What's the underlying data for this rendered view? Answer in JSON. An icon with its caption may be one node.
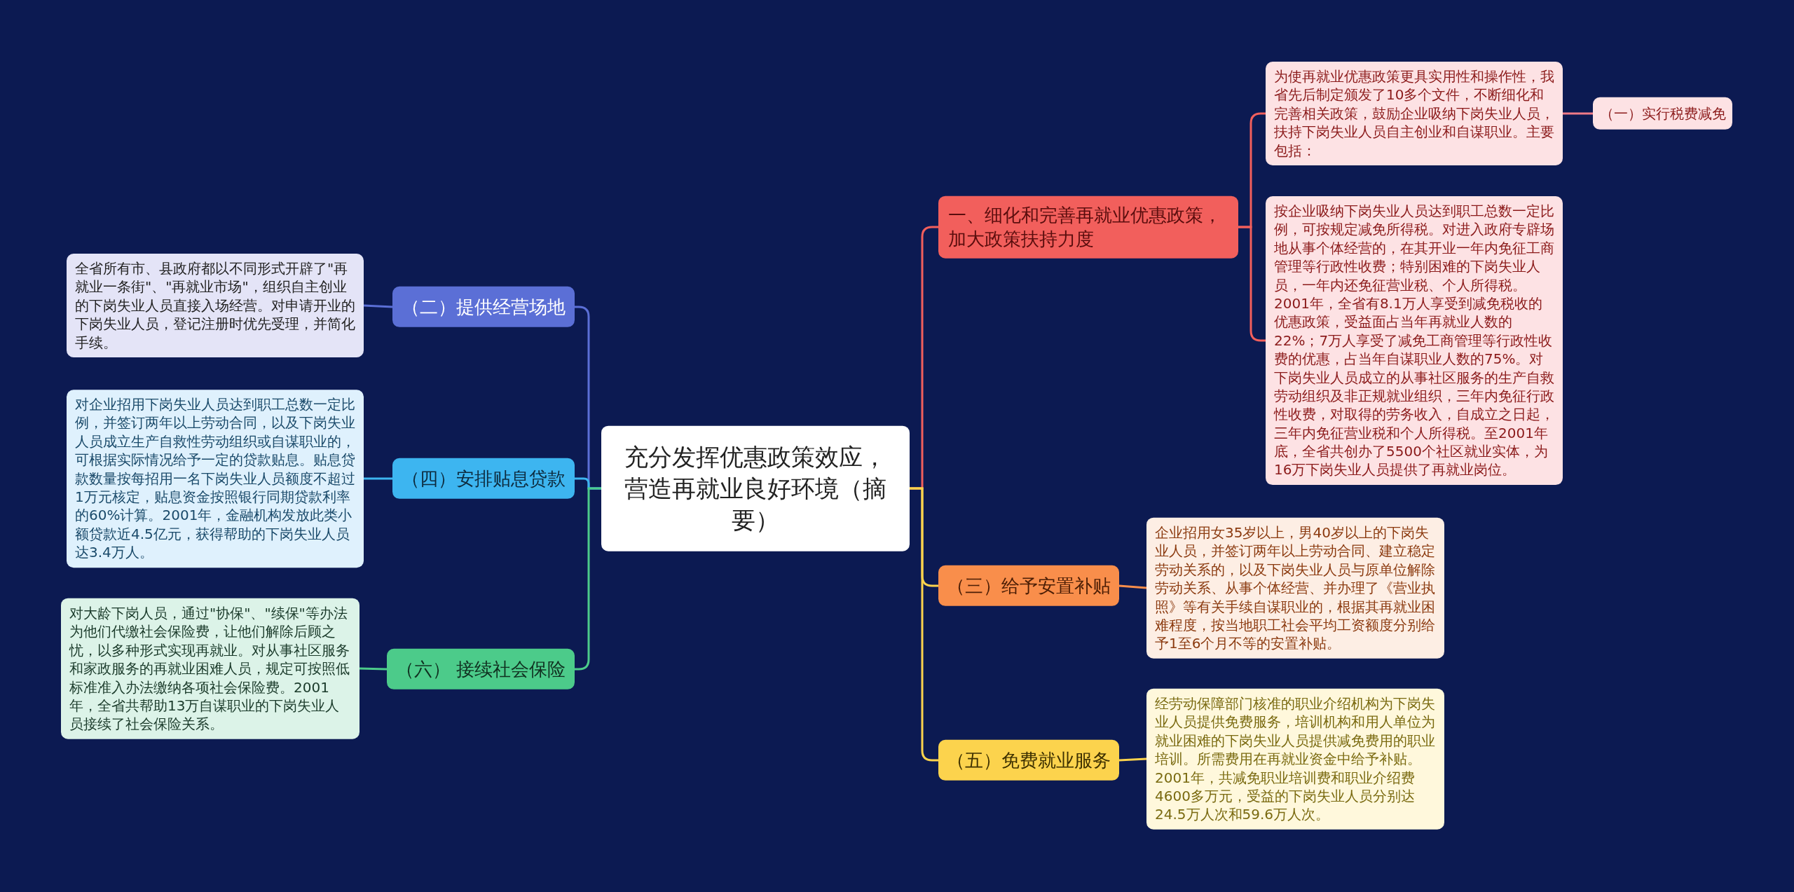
{
  "diagram": {
    "nodes": [
      {
        "text": [
          "充分发挥优惠政策效应，营造再就业良好环境（摘要）"
        ]
      },
      {
        "text": [
          "一、细化和完善再就业优惠政策，加大政策扶持力度"
        ]
      },
      {
        "text": [
          "为使再就业优惠政策更具实用性和操作性，我省先后制定颁发了10多个文件，不断细化和完善相关政策，鼓励企业吸纳下岗失业人员，扶持下岗失业人员自主创业和自谋职业。主要包括："
        ]
      },
      {
        "text": [
          "（一）实行税费减免"
        ]
      },
      {
        "text": [
          "按企业吸纳下岗失业人员达到职工总数一定比例，可按规定减免所得税。对进入政府专辟场地从事个体经营的，在其开业一年内免征工商管理等行政性收费；特别困难的下岗失业人员，一年内还免征营业税、个人所得税。2001年，全省有8.1万人享受到减免税收的优惠政策，受益面占当年再就业人数的22%；7万人享受了减免工商管理等行政性收费的优惠，占当年自谋职业人数的75%。对下岗失业人员成立的从事社区服务的生产自救劳动组织及非正规就业组织，三年内免征行政性收费，对取得的劳务收入，自成立之日起，三年内免征营业税和个人所得税。至2001年底，全省共创办了5500个社区就业实体，为16万下岗失业人员提供了再就业岗位。"
        ]
      },
      {
        "text": [
          "（三）给予安置补贴"
        ]
      },
      {
        "text": [
          "企业招用女35岁以上，男40岁以上的下岗失业人员，并签订两年以上劳动合同、建立稳定劳动关系的，以及下岗失业人员与原单位解除劳动关系、从事个体经营、并办理了《营业执照》等有关手续自谋职业的，根据其再就业困难程度，按当地职工社会平均工资额度分别给予1至6个月不等的安置补贴。"
        ]
      },
      {
        "text": [
          "（五）免费就业服务"
        ]
      },
      {
        "text": [
          "经劳动保障部门核准的职业介绍机构为下岗失业人员提供免费服务，培训机构和用人单位为就业困难的下岗失业人员提供减免费用的职业培训。所需费用在再就业资金中给予补贴。2001年，共减免职业培训费和职业介绍费4600多万元，受益的下岗失业人员分别达24.5万人次和59.6万人次。"
        ]
      },
      {
        "text": [
          "（二）提供经营场地"
        ]
      },
      {
        "text": [
          "全省所有市、县政府都以不同形式开辟了\"再就业一条街\"、\"再就业市场\"，组织自主创业的下岗失业人员直接入场经营。对申请开业的下岗失业人员，登记注册时优先受理，并简化手续。"
        ]
      },
      {
        "text": [
          "（四）安排贴息贷款"
        ]
      },
      {
        "text": [
          "对企业招用下岗失业人员达到职工总数一定比例，并签订两年以上劳动合同，以及下岗失业人员成立生产自救性劳动组织或自谋职业的，可根据实际情况给予一定的贷款贴息。贴息贷款数量按每招用一名下岗失业人员额度不超过1万元核定，贴息资金按照银行同期贷款利率的60%计算。2001年，金融机构发放此类小额贷款近4.5亿元，获得帮助的下岗失业人员达3.4万人。"
        ]
      },
      {
        "text": [
          "（六） 接续社会保险"
        ]
      },
      {
        "text": [
          "对大龄下岗人员，通过\"协保\"、\"续保\"等办法为他们代缴社会保险费，让他们解除后顾之忧，以多种形式实现再就业。对从事社区服务和家政服务的再就业困难人员，规定可按照低标准准入办法缴纳各项社会保险费。2001年，全省共帮助13万自谋职业的下岗失业人员接续了社会保险关系。"
        ]
      }
    ],
    "edges": [
      {
        "from": 0,
        "to": 1,
        "arrow": "none",
        "color": "#f25f5c"
      },
      {
        "from": 1,
        "to": 2,
        "arrow": "none",
        "color": "#f25f5c"
      },
      {
        "from": 2,
        "to": 3,
        "arrow": "none",
        "color": "#f07a86"
      },
      {
        "from": 1,
        "to": 4,
        "arrow": "none",
        "color": "#f25f5c"
      },
      {
        "from": 0,
        "to": 5,
        "arrow": "none",
        "color": "#fcd34d"
      },
      {
        "from": 5,
        "to": 6,
        "arrow": "none",
        "color": "#f98e4b"
      },
      {
        "from": 0,
        "to": 7,
        "arrow": "none",
        "color": "#fcd34d"
      },
      {
        "from": 7,
        "to": 8,
        "arrow": "none",
        "color": "#fcd34d"
      },
      {
        "from": 0,
        "to": 9,
        "arrow": "none",
        "color": "#5b6fd6"
      },
      {
        "from": 9,
        "to": 10,
        "arrow": "none",
        "color": "#5b6fd6"
      },
      {
        "from": 0,
        "to": 11,
        "arrow": "none",
        "color": "#3db5f0"
      },
      {
        "from": 11,
        "to": 12,
        "arrow": "none",
        "color": "#3db5f0"
      },
      {
        "from": 0,
        "to": 13,
        "arrow": "none",
        "color": "#4ccb8a"
      },
      {
        "from": 13,
        "to": 14,
        "arrow": "none",
        "color": "#4ccb8a"
      }
    ]
  }
}
